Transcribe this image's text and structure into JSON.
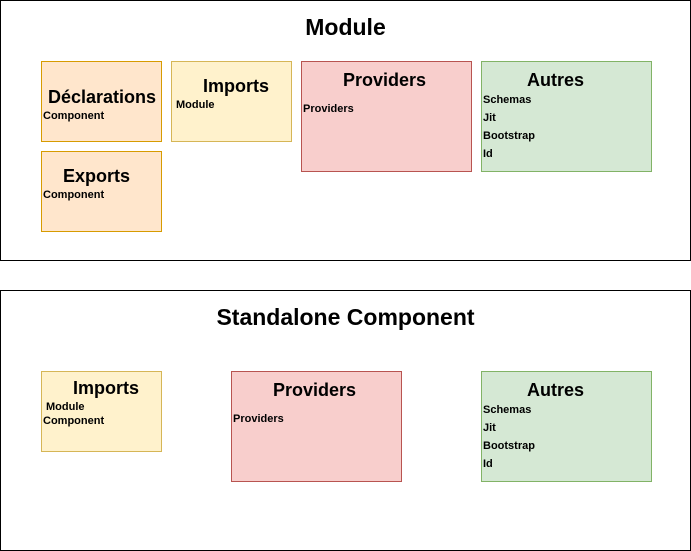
{
  "module": {
    "title": "Module",
    "declarations": {
      "title": "Déclarations",
      "items": [
        "Component"
      ]
    },
    "imports": {
      "title": "Imports",
      "items": [
        "Module"
      ]
    },
    "exports": {
      "title": "Exports",
      "items": [
        "Component"
      ]
    },
    "providers": {
      "title": "Providers",
      "items": [
        "Providers"
      ]
    },
    "autres": {
      "title": "Autres",
      "items": [
        "Schemas",
        "Jit",
        "Bootstrap",
        "Id"
      ]
    }
  },
  "standalone": {
    "title": "Standalone Component",
    "imports": {
      "title": "Imports",
      "items": [
        "Module",
        "Component"
      ]
    },
    "providers": {
      "title": "Providers",
      "items": [
        "Providers"
      ]
    },
    "autres": {
      "title": "Autres",
      "items": [
        "Schemas",
        "Jit",
        "Bootstrap",
        "Id"
      ]
    }
  },
  "colors": {
    "orange_fill": "#ffe6cc",
    "orange_stroke": "#d79b00",
    "yellow_fill": "#fff2cc",
    "yellow_stroke": "#d6b656",
    "red_fill": "#f8cecc",
    "red_stroke": "#b85450",
    "green_fill": "#d5e8d4",
    "green_stroke": "#82b366"
  }
}
